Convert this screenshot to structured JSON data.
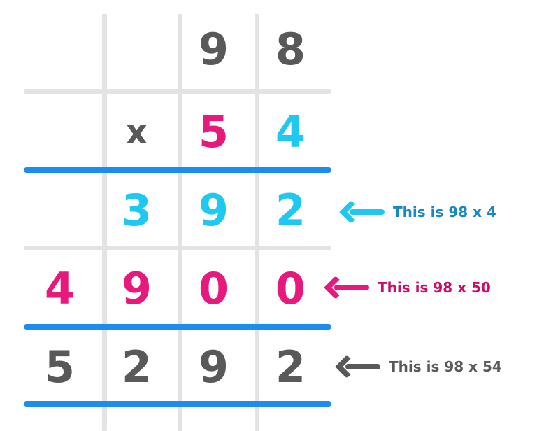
{
  "problem": {
    "multiplicand": "98",
    "multiplier": "54",
    "operator": "x",
    "partial_products": [
      "392",
      "4900"
    ],
    "answer": "5292"
  },
  "colors": {
    "grey": "#595959",
    "pink": "#e8197c",
    "cyan": "#1fc8f0",
    "blue_rule": "#1c8cf0",
    "grid_line": "#e3e3e3",
    "pink_text": "#cc0d66",
    "cyan_text": "#1787c9",
    "background": "#ffffff"
  },
  "rows": {
    "top": {
      "name": "multiplicand-row",
      "cells": [
        "",
        "",
        "9",
        "8"
      ]
    },
    "multiplier": {
      "name": "multiplier-row",
      "cells": [
        "",
        "x",
        "5",
        "4"
      ]
    },
    "partial1": {
      "name": "partial-product-row-1",
      "cells": [
        "",
        "3",
        "9",
        "2"
      ]
    },
    "partial2": {
      "name": "partial-product-row-2",
      "cells": [
        "4",
        "9",
        "0",
        "0"
      ]
    },
    "total": {
      "name": "total-row",
      "cells": [
        "5",
        "2",
        "9",
        "2"
      ]
    }
  },
  "annotations": [
    {
      "icon": "arrow-left-icon",
      "text": "This is 98 x 4",
      "color": "cyan"
    },
    {
      "icon": "arrow-left-icon",
      "text": "This is 98 x 50",
      "color": "pink"
    },
    {
      "icon": "arrow-left-icon",
      "text": "This is 98 x 54",
      "color": "grey"
    }
  ]
}
